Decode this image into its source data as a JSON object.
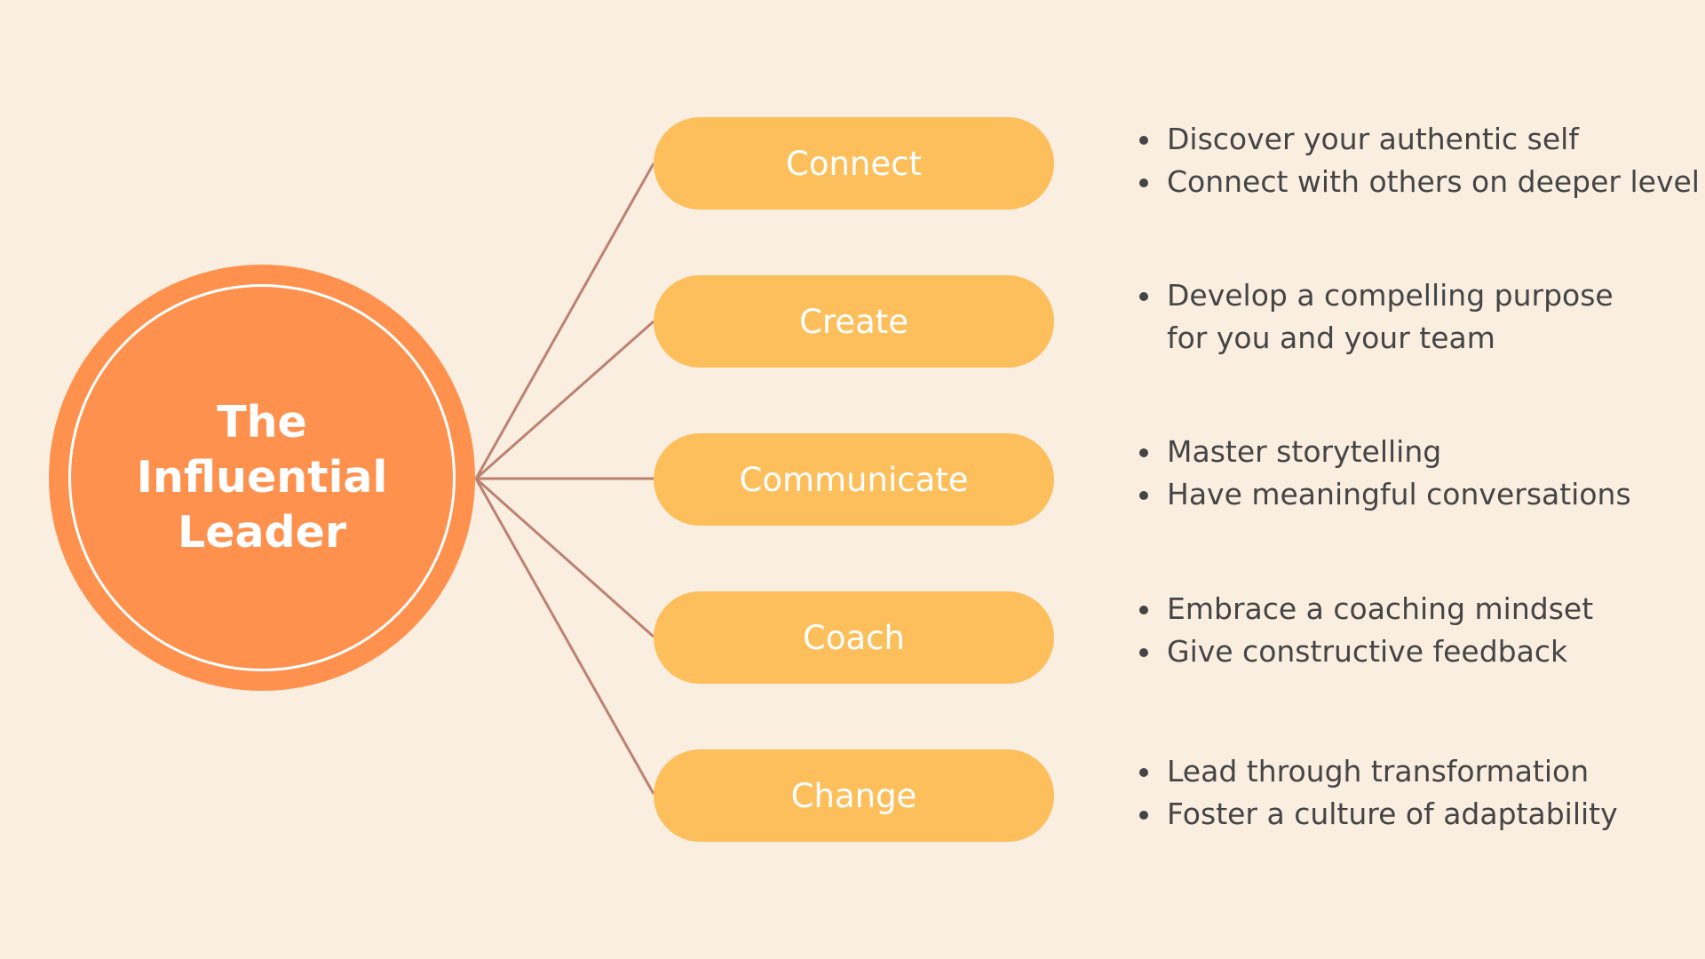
{
  "hub": {
    "title": "The\nInfluential\nLeader"
  },
  "branches": [
    {
      "label": "Connect",
      "bullets": [
        "Discover your authentic self",
        "Connect with others on deeper level"
      ]
    },
    {
      "label": "Create",
      "bullets": [
        "Develop a compelling purpose\nfor you and your team"
      ]
    },
    {
      "label": "Communicate",
      "bullets": [
        "Master storytelling",
        "Have meaningful conversations"
      ]
    },
    {
      "label": "Coach",
      "bullets": [
        "Embrace a coaching mindset",
        "Give constructive feedback"
      ]
    },
    {
      "label": "Change",
      "bullets": [
        "Lead through transformation",
        "Foster a culture of adaptability"
      ]
    }
  ],
  "colors": {
    "background": "#FAEEE0",
    "hub_fill": "#FE914E",
    "pill_fill": "#FDBF5C",
    "connector_line": "#BC8271",
    "bullet_text": "#454545"
  }
}
